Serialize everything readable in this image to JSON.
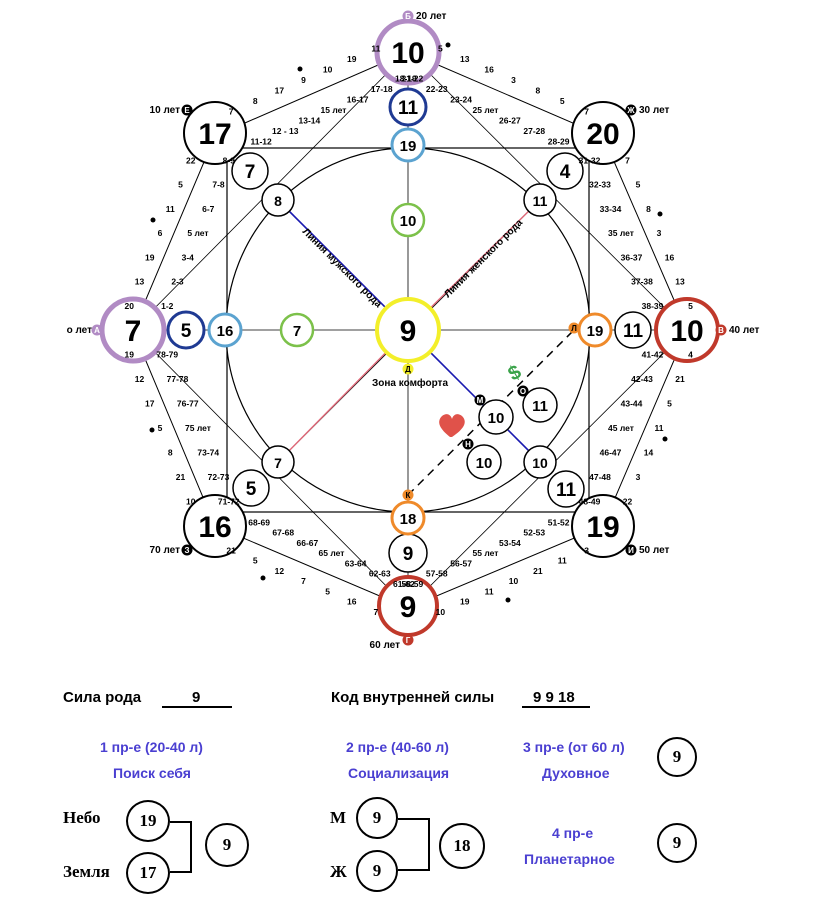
{
  "points": {
    "A": {
      "letter": "А",
      "caption": "о лет",
      "outer": "7",
      "mid": "5",
      "inner": "16",
      "inner2": "7"
    },
    "B": {
      "letter": "Б",
      "caption": "20 лет",
      "outer": "10",
      "mid": "11",
      "inner": "19",
      "inner2": "10"
    },
    "V": {
      "letter": "В",
      "caption": "40 лет",
      "outer": "10",
      "mid": "11",
      "inner": "19"
    },
    "G": {
      "letter": "Г",
      "caption": "60 лет",
      "outer": "9",
      "mid": "9",
      "inner": "18"
    },
    "D": {
      "letter": "Д",
      "center": "9",
      "comfort": "Зона комфорта"
    },
    "E": {
      "letter": "Е",
      "caption": "10 лет",
      "outer": "17",
      "mid": "7",
      "inner": "8"
    },
    "Zh": {
      "letter": "Ж",
      "caption": "30 лет",
      "outer": "20",
      "mid": "4",
      "inner": "11"
    },
    "I": {
      "letter": "И",
      "caption": "50 лет",
      "outer": "19",
      "mid": "11",
      "inner": "10"
    },
    "Z": {
      "letter": "З",
      "caption": "70 лет",
      "outer": "16",
      "mid": "5",
      "inner": "7"
    },
    "K": {
      "letter": "К"
    },
    "L": {
      "letter": "Л"
    },
    "M": {
      "letter": "М",
      "value": "10"
    },
    "N": {
      "letter": "Н",
      "value": "10"
    },
    "O": {
      "letter": "О",
      "value": "11"
    }
  },
  "lines": {
    "male": "Линия мужского рода",
    "female": "Линия женского рода"
  },
  "ages": {
    "ab": {
      "ranges": [
        "1-2",
        "2-3",
        "3-4",
        "5 лет",
        "6-7",
        "7-8",
        "8-9"
      ],
      "nums": [
        "20",
        "13",
        "19",
        "6",
        "11",
        "5",
        "22"
      ]
    },
    "eb": {
      "ranges": [
        "11-12",
        "12 - 13",
        "13-14",
        "15 лет",
        "16-17",
        "17-18",
        "18-19"
      ],
      "nums": [
        "7",
        "8",
        "17",
        "9",
        "10",
        "19",
        "11"
      ]
    },
    "bzh": {
      "ranges": [
        "21-22",
        "22-23",
        "23-24",
        "25 лет",
        "26-27",
        "27-28",
        "28-29"
      ],
      "nums": [
        "5",
        "13",
        "16",
        "3",
        "8",
        "5",
        "7"
      ]
    },
    "zhv": {
      "ranges": [
        "31-32",
        "32-33",
        "33-34",
        "35 лет",
        "36-37",
        "37-38",
        "38-39"
      ],
      "nums": [
        "7",
        "5",
        "8",
        "3",
        "16",
        "13",
        "5"
      ]
    },
    "vi": {
      "ranges": [
        "41-42",
        "42-43",
        "43-44",
        "45 лет",
        "46-47",
        "47-48",
        "48-49"
      ],
      "nums": [
        "4",
        "21",
        "5",
        "11",
        "14",
        "3",
        "22"
      ]
    },
    "ig": {
      "ranges": [
        "51-52",
        "52-53",
        "53-54",
        "55 лет",
        "56-57",
        "57-58",
        "58-59"
      ],
      "nums": [
        "3",
        "11",
        "21",
        "10",
        "11",
        "19",
        "10"
      ]
    },
    "gz": {
      "ranges": [
        "61-62",
        "62-63",
        "63-64",
        "65 лет",
        "66-67",
        "67-68",
        "68-69"
      ],
      "nums": [
        "7",
        "16",
        "5",
        "7",
        "12",
        "5",
        "21"
      ]
    },
    "za": {
      "ranges": [
        "71-72",
        "72-73",
        "73-74",
        "75 лет",
        "76-77",
        "77-78",
        "78-79"
      ],
      "nums": [
        "10",
        "21",
        "8",
        "5",
        "17",
        "12",
        "19"
      ]
    }
  },
  "summary": {
    "sila_label": "Сила рода",
    "sila_value": "9",
    "kod_label": "Код внутренней силы",
    "kod_value": "9 9 18",
    "p1_title": "1 пр-е (20-40 л)",
    "p1_sub": "Поиск себя",
    "p2_title": "2 пр-е (40-60 л)",
    "p2_sub": "Социализация",
    "p3_title": "3 пр-е (от 60 л)",
    "p3_sub": "Духовное",
    "p3_value": "9",
    "p4_title": "4 пр-е",
    "p4_sub": "Планетарное",
    "p4_value": "9",
    "nebo_label": "Небо",
    "nebo_value": "19",
    "zemlya_label": "Земля",
    "zemlya_value": "17",
    "p1_value": "9",
    "m_label": "М",
    "m_value": "9",
    "zh_label": "Ж",
    "zh_value": "9",
    "p2_value": "18"
  },
  "colors": {
    "purple": "#b18bc4",
    "red": "#c0392b",
    "navy": "#1f3a93",
    "lightblue": "#5ba3d0",
    "green": "#7cc14a",
    "yellow": "#f3ef2a",
    "orange": "#ef8a2a",
    "heart": "#e0524a",
    "dollar": "#3aa34a",
    "male_line": "#1a1ab0",
    "female_line": "#e06a7a",
    "text_blue": "#4a3fd1"
  }
}
